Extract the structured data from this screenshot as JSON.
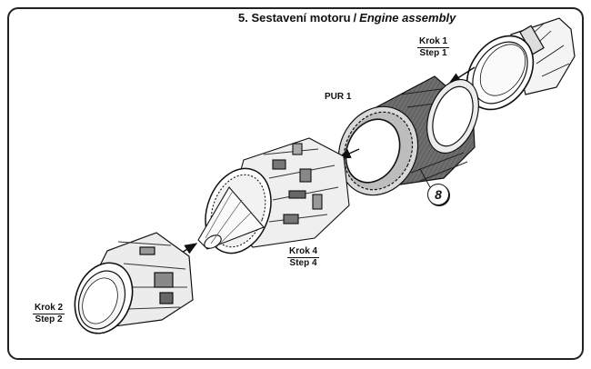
{
  "title": {
    "czech": "5. Sestavení motoru",
    "separator": "/",
    "english": "Engine assembly"
  },
  "steps": [
    {
      "czech": "Krok 1",
      "english": "Step 1"
    },
    {
      "czech": "Krok 2",
      "english": "Step 2"
    },
    {
      "czech": "Krok 4",
      "english": "Step 4"
    }
  ],
  "part_label": "PUR 1",
  "part_number": "8"
}
